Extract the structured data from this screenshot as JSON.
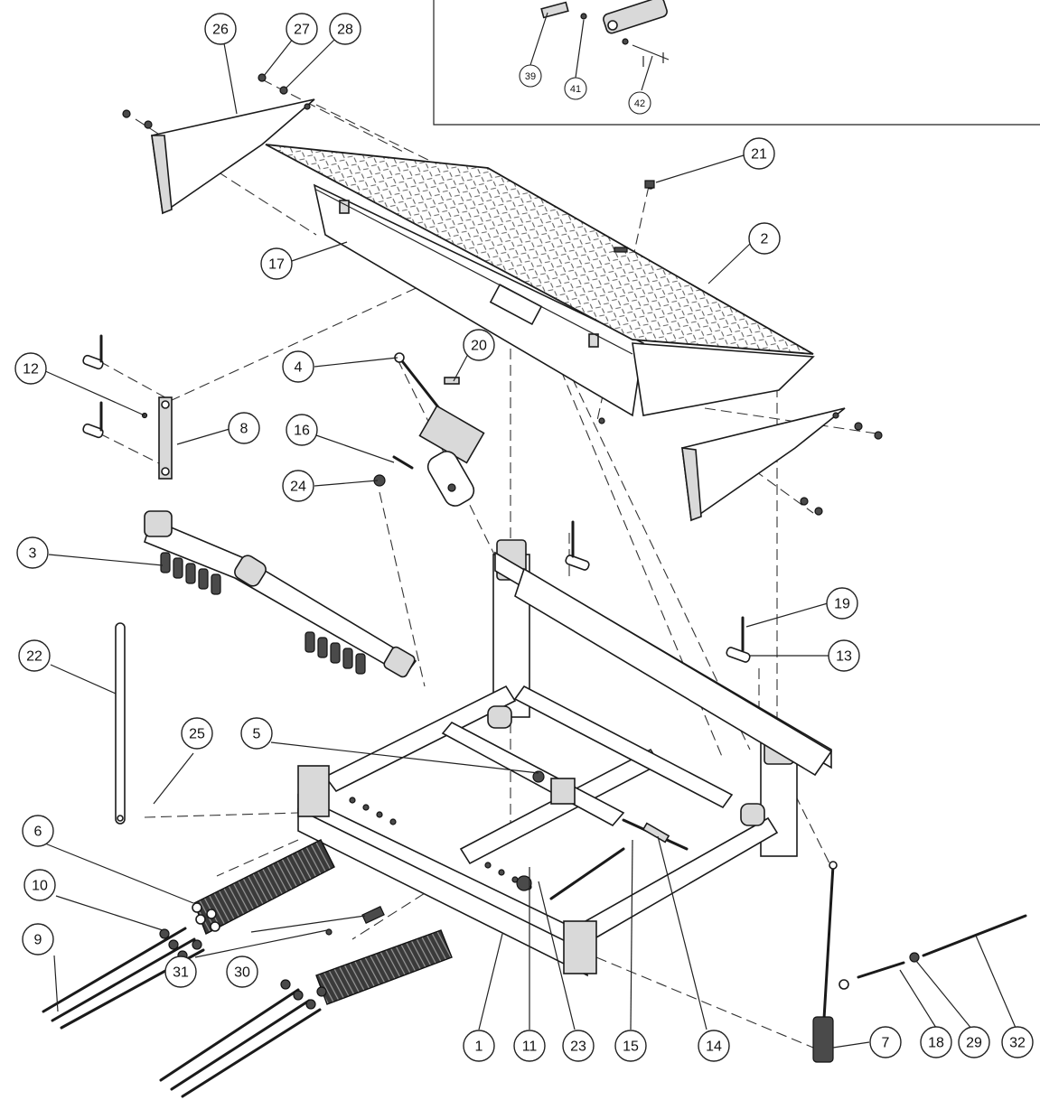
{
  "callouts": [
    {
      "id": "c26",
      "label": "26"
    },
    {
      "id": "c27",
      "label": "27"
    },
    {
      "id": "c28",
      "label": "28"
    },
    {
      "id": "c21",
      "label": "21"
    },
    {
      "id": "c2",
      "label": "2"
    },
    {
      "id": "c17",
      "label": "17"
    },
    {
      "id": "c12",
      "label": "12"
    },
    {
      "id": "c4",
      "label": "4"
    },
    {
      "id": "c20",
      "label": "20"
    },
    {
      "id": "c8",
      "label": "8"
    },
    {
      "id": "c16",
      "label": "16"
    },
    {
      "id": "c24",
      "label": "24"
    },
    {
      "id": "c3",
      "label": "3"
    },
    {
      "id": "c19",
      "label": "19"
    },
    {
      "id": "c13",
      "label": "13"
    },
    {
      "id": "c22",
      "label": "22"
    },
    {
      "id": "c25",
      "label": "25"
    },
    {
      "id": "c5",
      "label": "5"
    },
    {
      "id": "c6",
      "label": "6"
    },
    {
      "id": "c10",
      "label": "10"
    },
    {
      "id": "c9",
      "label": "9"
    },
    {
      "id": "c31",
      "label": "31"
    },
    {
      "id": "c30",
      "label": "30"
    },
    {
      "id": "c1",
      "label": "1"
    },
    {
      "id": "c11",
      "label": "11"
    },
    {
      "id": "c23",
      "label": "23"
    },
    {
      "id": "c15",
      "label": "15"
    },
    {
      "id": "c14",
      "label": "14"
    },
    {
      "id": "c7",
      "label": "7"
    },
    {
      "id": "c18",
      "label": "18"
    },
    {
      "id": "c29",
      "label": "29"
    },
    {
      "id": "c32",
      "label": "32"
    }
  ],
  "inset_callouts": [
    {
      "id": "c39",
      "label": "39"
    },
    {
      "id": "c41",
      "label": "41"
    },
    {
      "id": "c42",
      "label": "42"
    }
  ]
}
